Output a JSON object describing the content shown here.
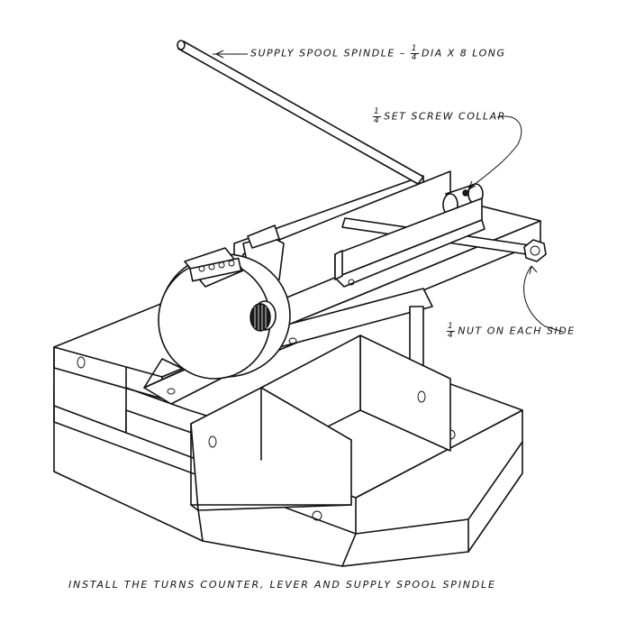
{
  "labels": {
    "spindle": {
      "prefix": "SUPPLY SPOOL SPINDLE –",
      "frac_num": "1",
      "frac_den": "4",
      "suffix": "DIA X 8 LONG"
    },
    "collar": {
      "frac_num": "1",
      "frac_den": "4",
      "text": "SET SCREW COLLAR"
    },
    "nut": {
      "frac_num": "1",
      "frac_den": "4",
      "text": "NUT ON EACH SIDE"
    }
  },
  "caption": "INSTALL THE TURNS COUNTER, LEVER AND SUPPLY SPOOL SPINDLE"
}
